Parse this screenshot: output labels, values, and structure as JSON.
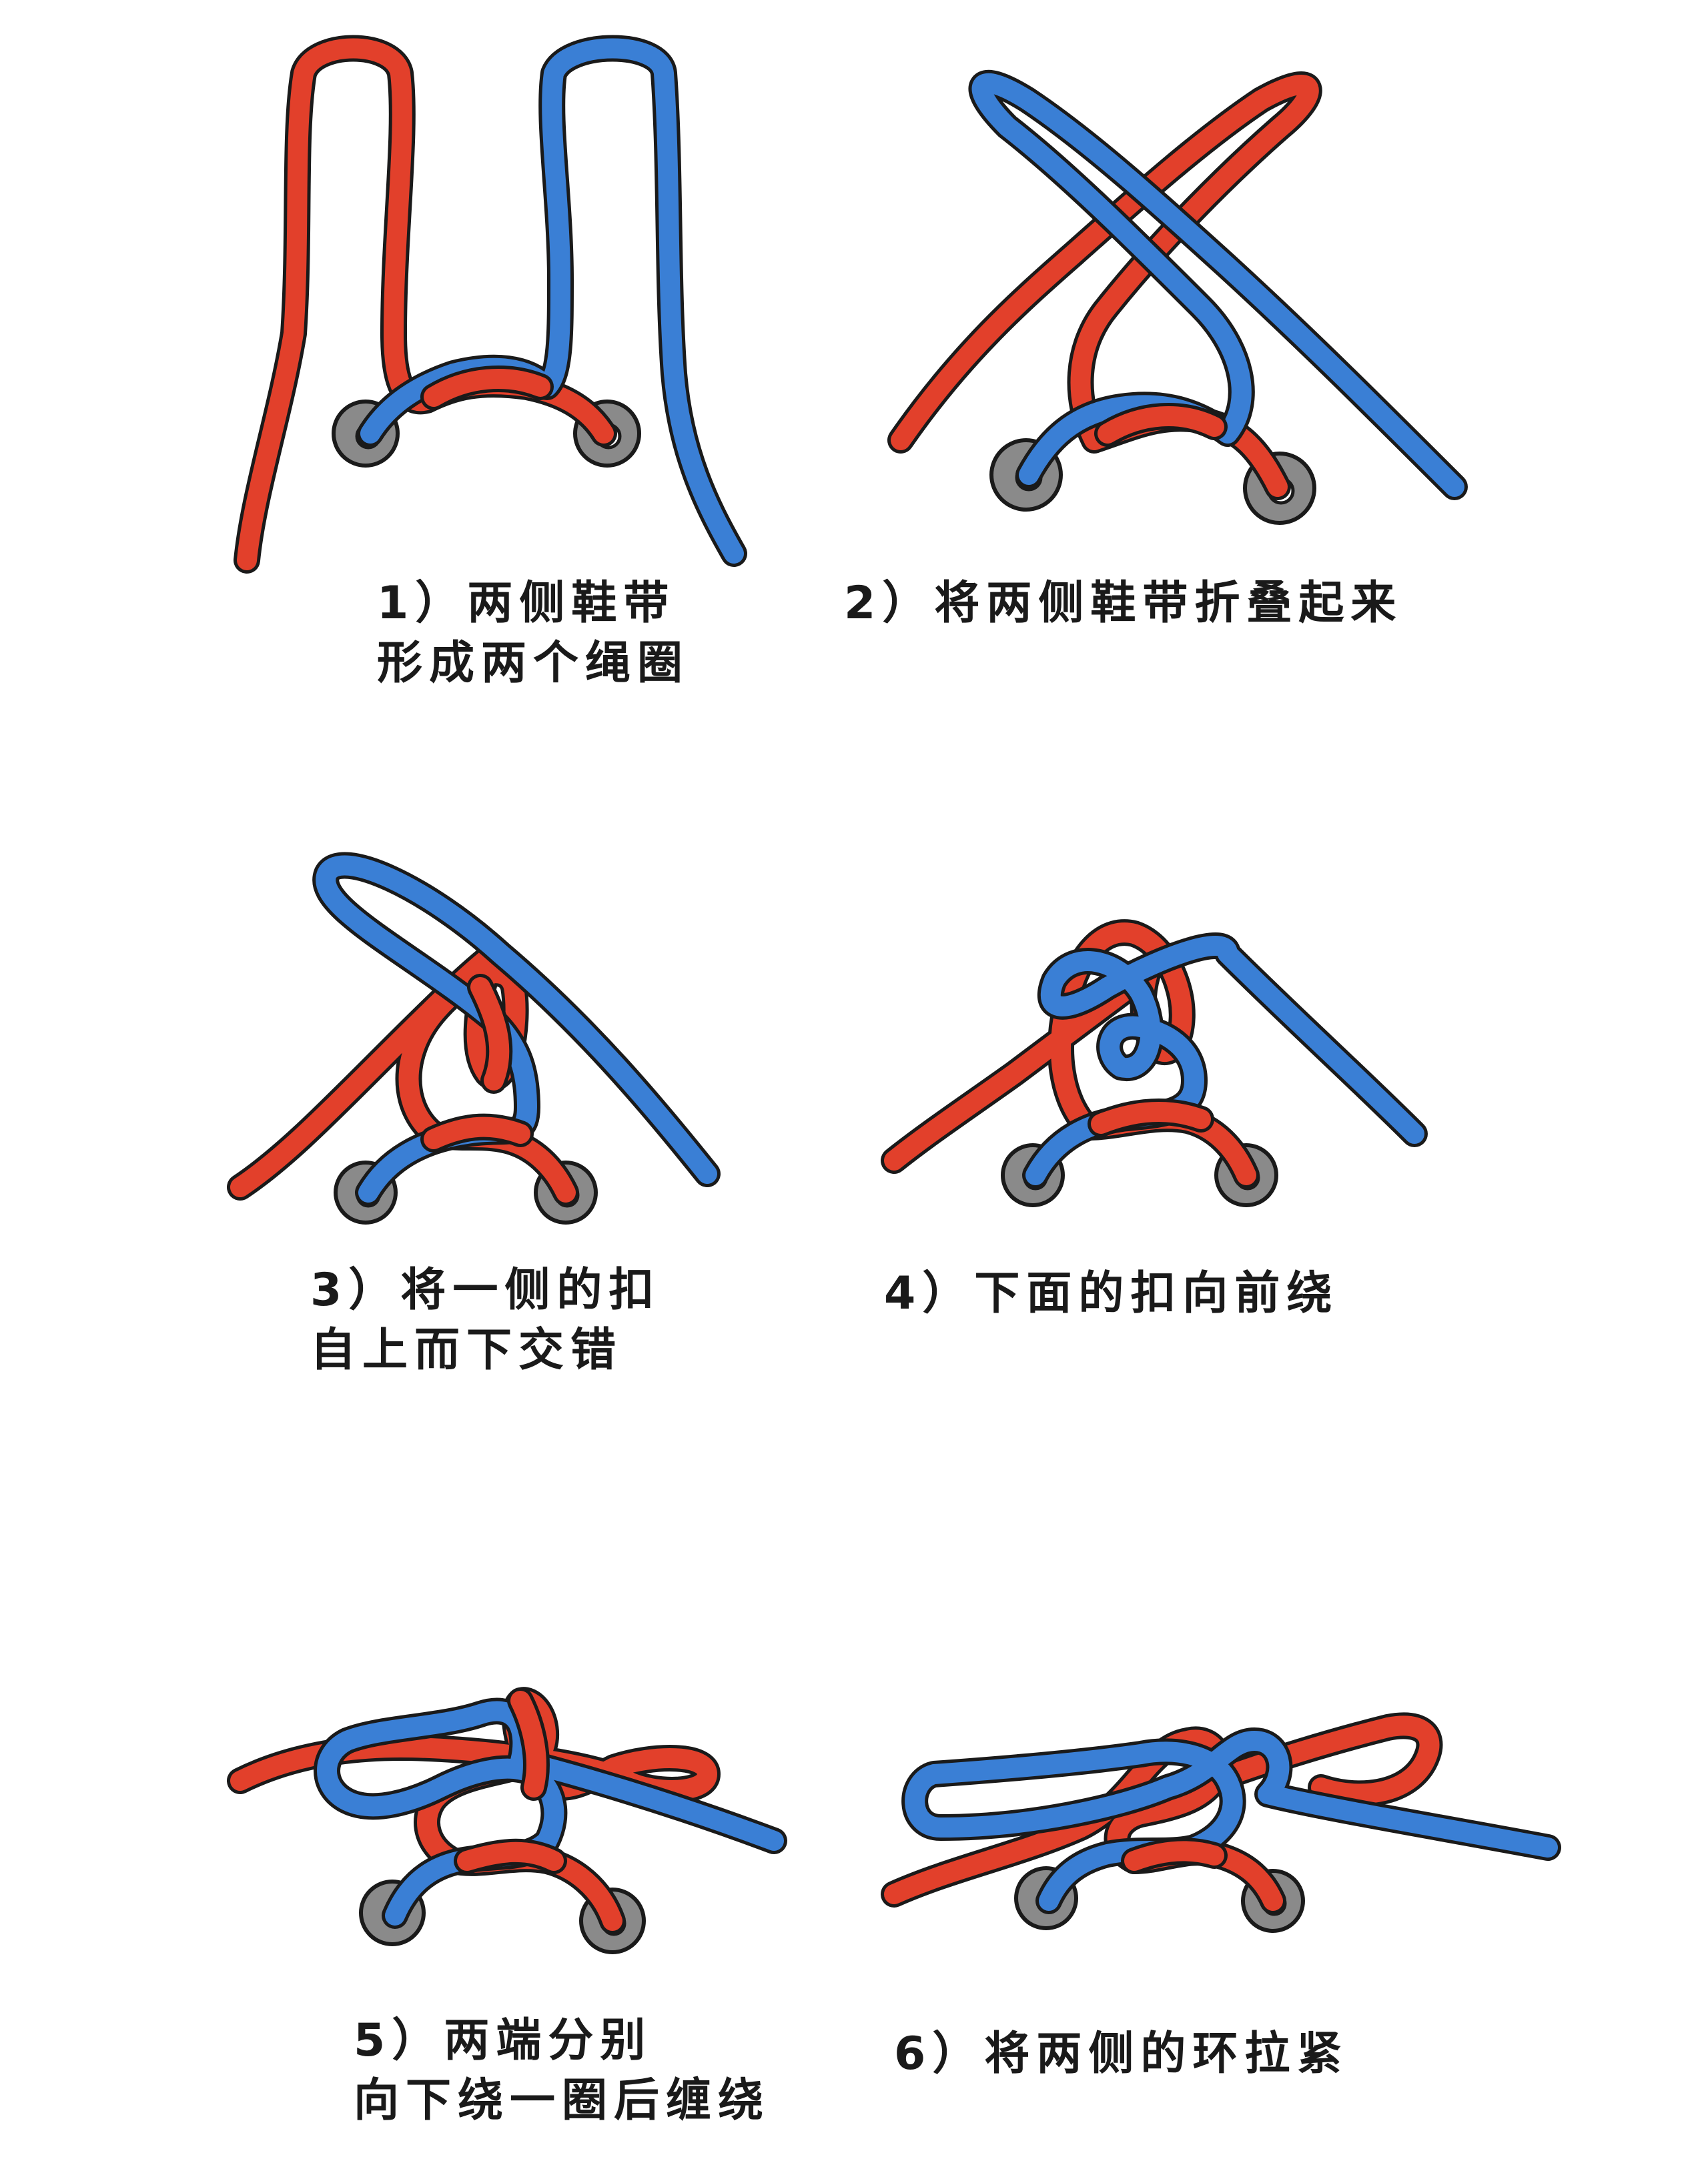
{
  "title": "",
  "colors": {
    "red_lace": "#e2402b",
    "blue_lace": "#3a7fd5",
    "outline": "#1a1a1a",
    "eyelet_ring": "#8a8a8a",
    "eyelet_hole": "#ffffff",
    "text": "#1a1a1a"
  },
  "steps": [
    {
      "number": "1）",
      "lines": [
        "两侧鞋带",
        "形成两个绳圈"
      ]
    },
    {
      "number": "2）",
      "lines": [
        "将两侧鞋带折叠起来"
      ]
    },
    {
      "number": "3）",
      "lines": [
        "将一侧的扣",
        "自上而下交错"
      ]
    },
    {
      "number": "4）",
      "lines": [
        "下面的扣向前绕"
      ]
    },
    {
      "number": "5）",
      "lines": [
        "两端分别",
        "向下绕一圈后缠绕"
      ]
    },
    {
      "number": "6）",
      "lines": [
        "将两侧的环拉紧"
      ]
    }
  ]
}
